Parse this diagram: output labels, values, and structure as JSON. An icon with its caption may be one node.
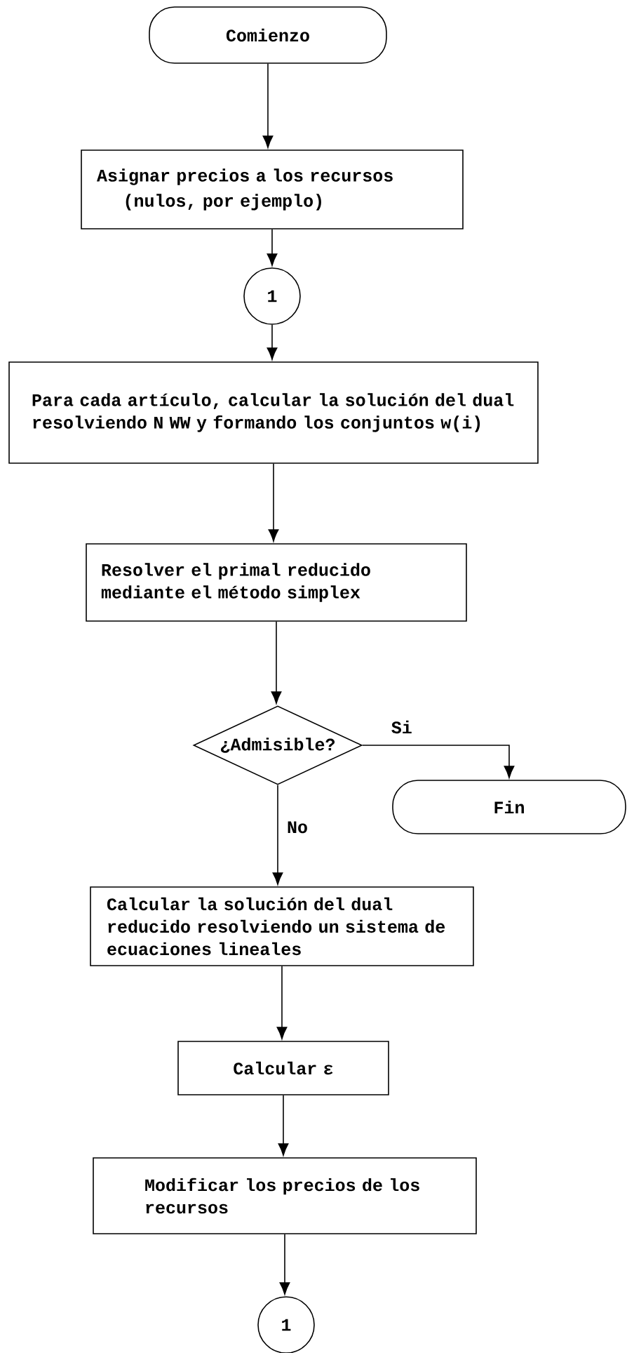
{
  "diagram": {
    "nodes": [
      {
        "text": [
          "Comienzo"
        ]
      },
      {
        "text": [
          "Asignar precios a los recursos",
          "(nulos, por ejemplo)"
        ]
      },
      {
        "text": [
          "1"
        ]
      },
      {
        "text": [
          "Para cada artículo, calcular la solución del dual resolviendo N WW y formando los conjuntos w(i)"
        ]
      },
      {
        "text": [
          "Resolver el primal reducido mediante el método simplex"
        ]
      },
      {
        "text": [
          "¿Admisible?"
        ]
      },
      {
        "text": [
          "Fin"
        ]
      },
      {
        "text": [
          "Calcular la solución del dual reducido resolviendo un sistema de ecuaciones lineales"
        ]
      },
      {
        "text": [
          "Calcular ε"
        ]
      },
      {
        "text": [
          "Modificar los precios de los recursos"
        ]
      },
      {
        "text": [
          "1"
        ]
      }
    ],
    "edges": [
      {
        "from": 0,
        "to": 1,
        "arrow": "to"
      },
      {
        "from": 1,
        "to": 2,
        "arrow": "to"
      },
      {
        "from": 2,
        "to": 3,
        "arrow": "to"
      },
      {
        "from": 3,
        "to": 4,
        "arrow": "to"
      },
      {
        "from": 4,
        "to": 5,
        "arrow": "to"
      },
      {
        "from": 5,
        "to": 6,
        "arrow": "to",
        "label": "Si"
      },
      {
        "from": 5,
        "to": 7,
        "arrow": "to",
        "label": "No"
      },
      {
        "from": 7,
        "to": 8,
        "arrow": "to"
      },
      {
        "from": 8,
        "to": 9,
        "arrow": "to"
      },
      {
        "from": 9,
        "to": 10,
        "arrow": "to"
      }
    ]
  }
}
